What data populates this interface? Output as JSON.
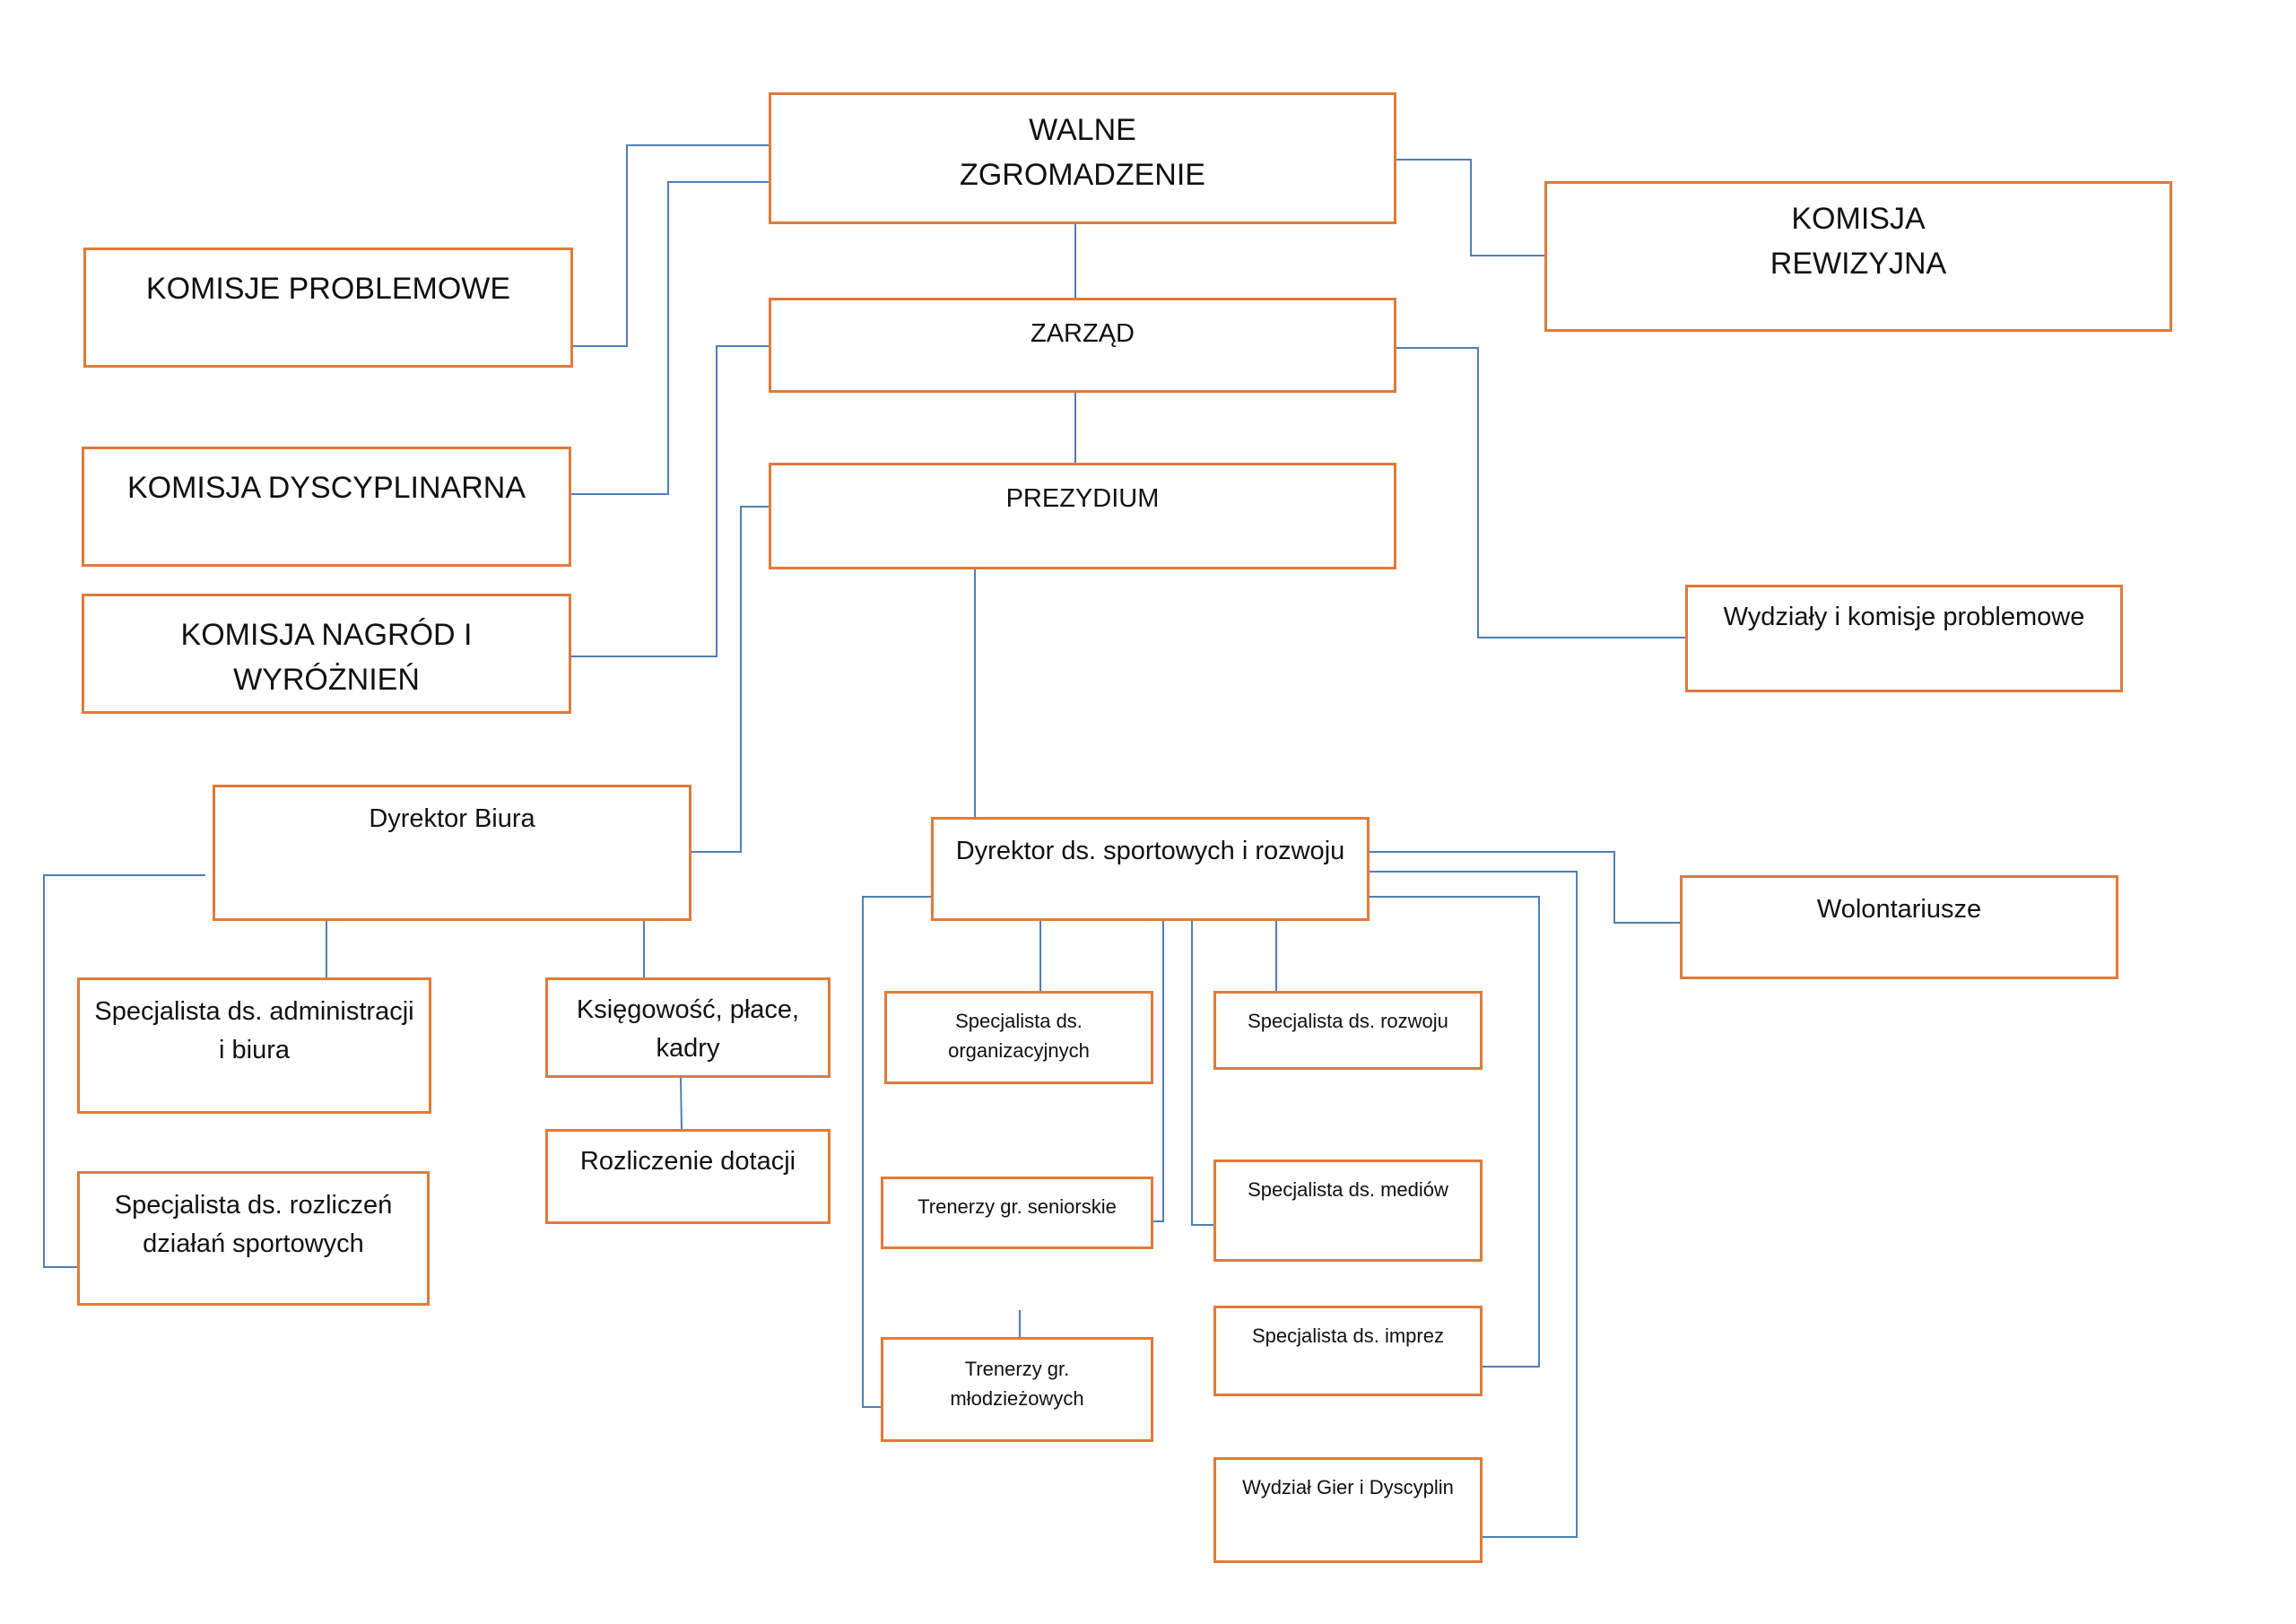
{
  "colors": {
    "box_border": "#e07b39",
    "connector": "#4f7fb5",
    "text": "#111111"
  },
  "nodes": {
    "walne": "WALNE\nZGROMADZENIE",
    "komisja_rewizyjna": "KOMISJA\nREWIZYJNA",
    "komisje_problemowe": "KOMISJE PROBLEMOWE",
    "zarzad": "ZARZĄD",
    "komisja_dyscyplinarna": "KOMISJA DYSCYPLINARNA",
    "prezydium": "PREZYDIUM",
    "komisja_nagrod": "KOMISJA NAGRÓD I WYRÓŻNIEŃ",
    "wydzialy": "Wydziały i komisje problemowe",
    "dyrektor_biura": "Dyrektor Biura",
    "dyrektor_sport": "Dyrektor ds. sportowych i rozwoju",
    "wolontariusze": "Wolontariusze",
    "spec_admin": "Specjalista ds. administracji\ni biura",
    "ksiegowosc": "Księgowość, płace,\nkadry",
    "rozliczenie_dotacji": "Rozliczenie dotacji",
    "spec_rozliczen": "Specjalista ds. rozliczeń\ndziałań sportowych",
    "spec_org": "Specjalista ds.\norganizacyjnych",
    "spec_rozwoju": "Specjalista ds. rozwoju",
    "trenerzy_senior": "Trenerzy gr. seniorskie",
    "spec_mediow": "Specjalista ds. mediów",
    "spec_imprez": "Specjalista ds. imprez",
    "trenerzy_mlodz": "Trenerzy gr.\nmłodzieżowych",
    "wydzial_gier": "Wydział Gier i Dyscyplin"
  }
}
